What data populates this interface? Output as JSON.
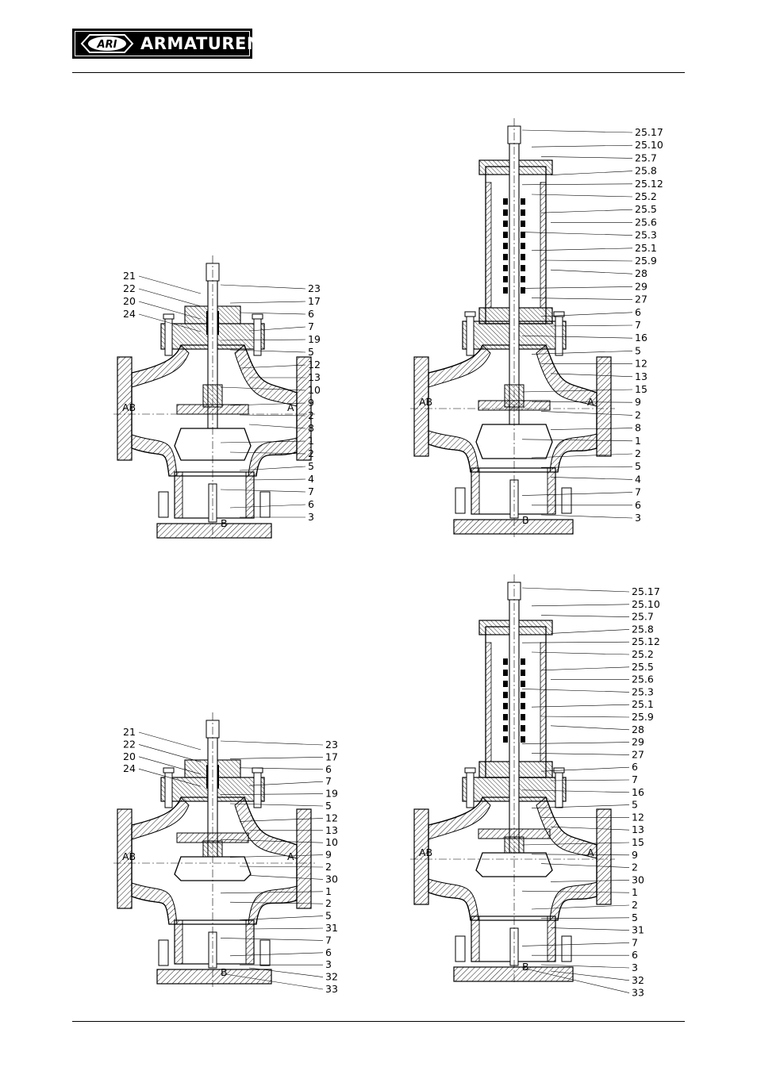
{
  "header": {
    "logo_badge": "ARI",
    "brand": "ARMATUREN"
  },
  "drawings": [
    {
      "id": "top-left",
      "ports": [
        "AB",
        "A",
        "B"
      ],
      "left_callouts": [
        "21",
        "22",
        "20",
        "24"
      ],
      "right_callouts": [
        "23",
        "17",
        "6",
        "7",
        "19",
        "5",
        "12",
        "13",
        "10",
        "9",
        "2",
        "8",
        "1",
        "2",
        "5",
        "4",
        "7",
        "6",
        "3"
      ]
    },
    {
      "id": "top-right",
      "ports": [
        "AB",
        "A",
        "B"
      ],
      "left_callouts": [],
      "right_callouts": [
        "25.17",
        "25.10",
        "25.7",
        "25.8",
        "25.12",
        "25.2",
        "25.5",
        "25.6",
        "25.3",
        "25.1",
        "25.9",
        "28",
        "29",
        "27",
        "6",
        "7",
        "16",
        "5",
        "12",
        "13",
        "15",
        "9",
        "2",
        "8",
        "1",
        "2",
        "5",
        "4",
        "7",
        "6",
        "3"
      ]
    },
    {
      "id": "bottom-left",
      "ports": [
        "AB",
        "A",
        "B"
      ],
      "left_callouts": [
        "21",
        "22",
        "20",
        "24"
      ],
      "right_callouts": [
        "23",
        "17",
        "6",
        "7",
        "19",
        "5",
        "12",
        "13",
        "10",
        "9",
        "2",
        "30",
        "1",
        "2",
        "5",
        "31",
        "7",
        "6",
        "3",
        "32",
        "33"
      ]
    },
    {
      "id": "bottom-right",
      "ports": [
        "AB",
        "A",
        "B"
      ],
      "left_callouts": [],
      "right_callouts": [
        "25.17",
        "25.10",
        "25.7",
        "25.8",
        "25.12",
        "25.2",
        "25.5",
        "25.6",
        "25.3",
        "25.1",
        "25.9",
        "28",
        "29",
        "27",
        "6",
        "7",
        "16",
        "5",
        "12",
        "13",
        "15",
        "9",
        "2",
        "30",
        "1",
        "2",
        "5",
        "31",
        "7",
        "6",
        "3",
        "32",
        "33"
      ]
    }
  ]
}
